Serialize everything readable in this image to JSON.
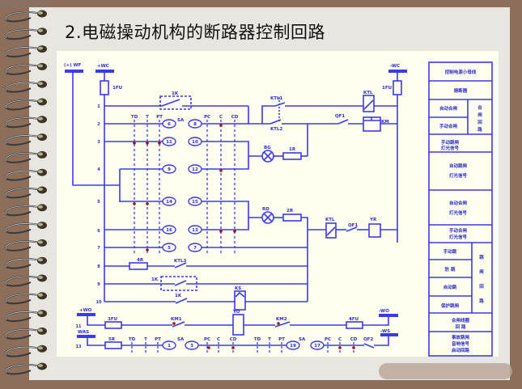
{
  "title": "2.电磁操动机构的断路器控制回路",
  "colors": {
    "wire": "#3a3aee",
    "dot": "#a01010",
    "bg_brown": "#8d6e5a",
    "page": "#e9e5e1",
    "canvas": "#fffff0"
  },
  "buses": {
    "wf": "(+) WF",
    "wc_plus": "+WC",
    "wc_minus": "-WC",
    "wo_plus": "+WO",
    "wo_minus": "-WO",
    "was": "WAS",
    "ws_minus": "-WS"
  },
  "row_numbers": [
    "1",
    "2",
    "3",
    "4",
    "5",
    "6",
    "7",
    "8",
    "9",
    "10",
    "11",
    "13"
  ],
  "switch_positions": [
    "TD",
    "T",
    "PT",
    "PC",
    "C",
    "CD"
  ],
  "switch_name": "SA",
  "contacts_left": [
    "6",
    "11",
    "9",
    "14",
    "16",
    "5"
  ],
  "contacts_right": [
    "8",
    "10",
    "12",
    "15",
    "13",
    "7"
  ],
  "components": {
    "fuse1": "1FU",
    "fuse1_right": "1FU",
    "fuse3": "3FU",
    "fuse4": "4FU",
    "relay_1k_top": "1K",
    "relay_1k_row9": "1K",
    "relay_1k_row10": "1K",
    "ktl1": "KTL1",
    "ktl2": "KTL2",
    "ktl3": "KTL3",
    "ktl_coil_top": "KTL",
    "ktl_coil_mid": "KTL",
    "km": "KM",
    "qf1_top": "QF1",
    "qf1_mid": "QF1",
    "qf2": "QF2",
    "bg": "BG",
    "rd": "RD",
    "r1": "1R",
    "r2": "2R",
    "r4": "4R",
    "r5": "5R",
    "yr": "YR",
    "yo": "YO",
    "ks": "KS",
    "km1": "KM1",
    "km2": "KM2",
    "bottom_left_contacts": [
      "1",
      "3"
    ],
    "bottom_right_contacts": [
      "19",
      "17"
    ]
  },
  "legend": {
    "power": "控制电源小母线",
    "fuse": "熔断器",
    "auto_close": "自动合闸",
    "manual_close": "手动合闸",
    "close_circuit": "合闸回路",
    "manual_trip_signal": [
      "手动跳闸",
      "灯光信号"
    ],
    "auto_trip_signal": [
      "自动跳闸",
      "灯光信号"
    ],
    "auto_close_signal": [
      "自动合闸",
      "灯光信号"
    ],
    "manual_close_signal": [
      "手动合闸",
      "灯光信号"
    ],
    "manual_trip": "手动跳",
    "anti_pump": "防  跳",
    "auto_trip": "自动跳",
    "protect_trip": "保护跳闸",
    "trip_circuit": "跳闸回路",
    "close_coil": [
      "合闸线圈",
      "回    路"
    ],
    "alarm": [
      "事故跳闸",
      "音响信号",
      "启动回路"
    ]
  }
}
